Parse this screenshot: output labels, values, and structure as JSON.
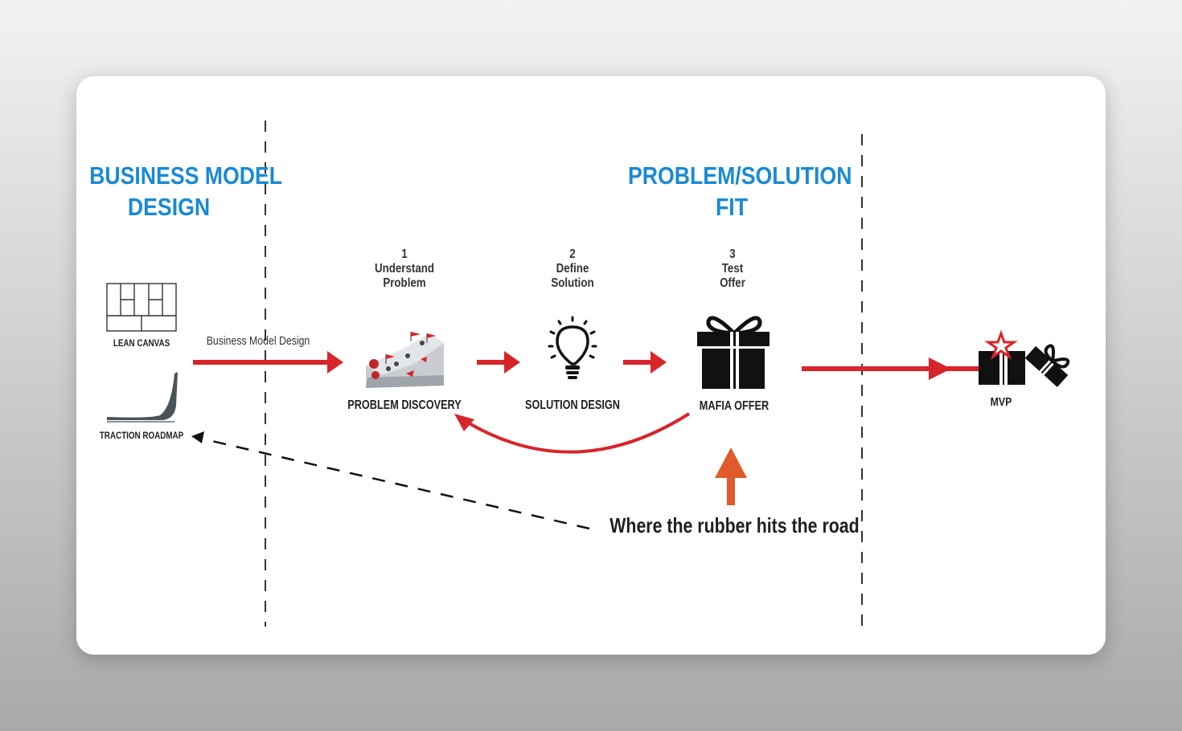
{
  "headings": {
    "left": [
      "BUSINESS MODEL",
      "DESIGN"
    ],
    "right": [
      "PROBLEM/SOLUTION",
      "FIT"
    ]
  },
  "left_tools": {
    "canvas_label": "LEAN CANVAS",
    "roadmap_label": "TRACTION ROADMAP"
  },
  "arrow_label": "Business Model Design",
  "steps": [
    {
      "num": "1",
      "line1": "Understand",
      "line2": "Problem",
      "name": "PROBLEM DISCOVERY"
    },
    {
      "num": "2",
      "line1": "Define",
      "line2": "Solution",
      "name": "SOLUTION DESIGN"
    },
    {
      "num": "3",
      "line1": "Test",
      "line2": "Offer",
      "name": "MAFIA OFFER"
    }
  ],
  "mvp_label": "MVP",
  "callout": "Where the rubber hits the road",
  "colors": {
    "heading_blue": "#1a8ad4",
    "arrow_red": "#d8252b",
    "callout_orange": "#e05a2b",
    "text_dark": "#1f1f1f"
  },
  "icons": [
    "lean-canvas-icon",
    "traction-curve-icon",
    "mountain-climb-icon",
    "lightbulb-icon",
    "gift-box-icon",
    "mvp-gift-icon"
  ]
}
